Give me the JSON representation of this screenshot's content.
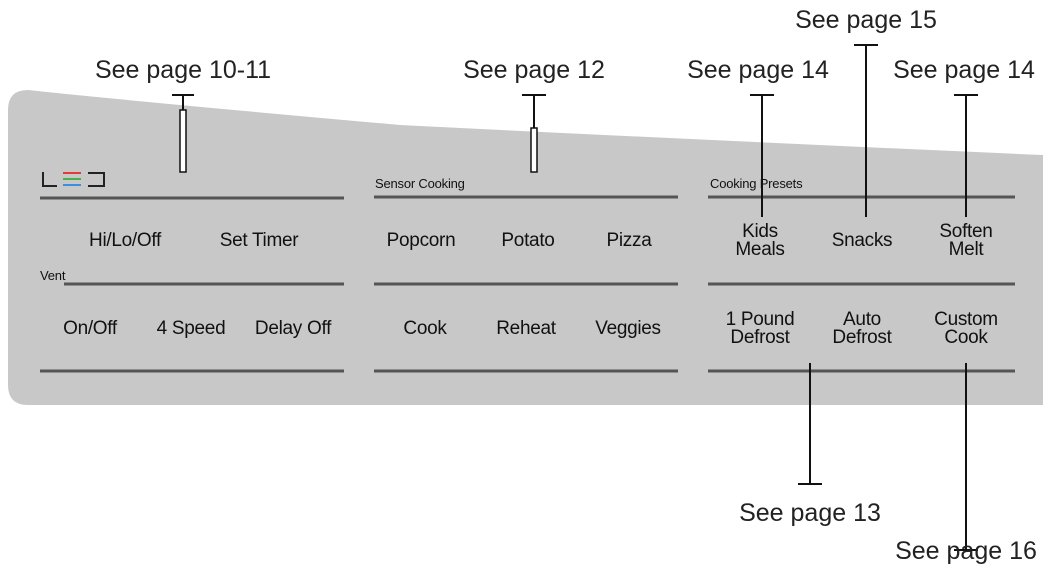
{
  "callouts": {
    "led": "See page 10-11",
    "sensor": "See page 12",
    "kids_meals": "See page 14",
    "snacks": "See page 15",
    "soften_melt": "See page 14",
    "defrost": "See page 13",
    "custom_cook": "See page 16"
  },
  "panel": {
    "sections": {
      "led_icon": "led-icon",
      "vent": "Vent",
      "sensor_cooking": "Sensor Cooking",
      "cooking_presets": "Cooking Presets"
    },
    "buttons": {
      "hi_lo_off": "Hi/Lo/Off",
      "set_timer": "Set Timer",
      "on_off": "On/Off",
      "four_speed": "4 Speed",
      "delay_off": "Delay Off",
      "popcorn": "Popcorn",
      "potato": "Potato",
      "pizza": "Pizza",
      "cook": "Cook",
      "reheat": "Reheat",
      "veggies": "Veggies",
      "kids_meals": [
        "Kids",
        "Meals"
      ],
      "snacks": "Snacks",
      "soften_melt": [
        "Soften",
        "Melt"
      ],
      "one_pound_defrost": [
        "1 Pound",
        "Defrost"
      ],
      "auto_defrost": [
        "Auto",
        "Defrost"
      ],
      "custom_cook": [
        "Custom",
        "Cook"
      ]
    }
  },
  "colors": {
    "panel_fill": "#c8c8c8",
    "divider": "#555555",
    "led_red": "#e23b3b",
    "led_green": "#49b04a",
    "led_blue": "#3b8fe0"
  }
}
